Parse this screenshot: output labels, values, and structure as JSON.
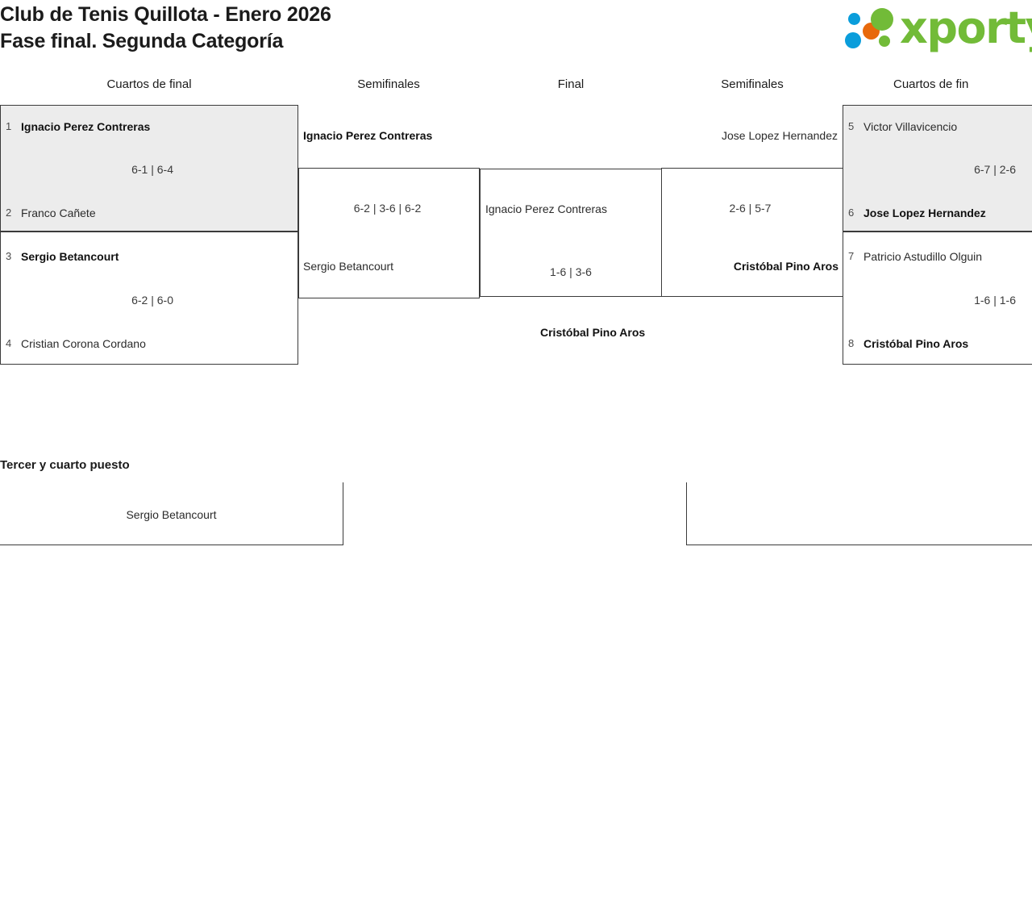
{
  "header": {
    "title_line1": "Club de Tenis Quillota - Enero 2026",
    "title_line2": "Fase final. Segunda Categoría",
    "logo_text": "xporty",
    "logo_colors": {
      "green": "#72bb38",
      "blue": "#0a9ddb",
      "orange": "#e8690b"
    }
  },
  "round_headers": {
    "qf_left": "Cuartos de final",
    "sf_left": "Semifinales",
    "final": "Final",
    "sf_right": "Semifinales",
    "qf_right": "Cuartos de fin"
  },
  "bracket": {
    "qf_left": [
      {
        "shaded": true,
        "top": {
          "seed": "1",
          "name": "Ignacio Perez Contreras",
          "winner": true
        },
        "bottom": {
          "seed": "2",
          "name": "Franco Cañete",
          "winner": false
        },
        "score": "6-1 | 6-4"
      },
      {
        "shaded": false,
        "top": {
          "seed": "3",
          "name": "Sergio Betancourt",
          "winner": true
        },
        "bottom": {
          "seed": "4",
          "name": "Cristian Corona Cordano",
          "winner": false
        },
        "score": "6-2 | 6-0"
      }
    ],
    "qf_right": [
      {
        "shaded": true,
        "top": {
          "seed": "5",
          "name": "Victor Villavicencio",
          "winner": false
        },
        "bottom": {
          "seed": "6",
          "name": "Jose Lopez Hernandez",
          "winner": true
        },
        "score": "6-7 | 2-6"
      },
      {
        "shaded": false,
        "top": {
          "seed": "7",
          "name": "Patricio Astudillo Olguin",
          "winner": false
        },
        "bottom": {
          "seed": "8",
          "name": "Cristóbal Pino Aros",
          "winner": true
        },
        "score": "1-6 | 1-6"
      }
    ],
    "sf_left": {
      "top": {
        "name": "Ignacio Perez Contreras",
        "winner": true
      },
      "bottom": {
        "name": "Sergio Betancourt",
        "winner": false
      },
      "score": "6-2 | 3-6 | 6-2"
    },
    "sf_right": {
      "top": {
        "name": "Jose Lopez Hernandez",
        "winner": false
      },
      "bottom": {
        "name": "Cristóbal Pino Aros",
        "winner": true
      },
      "score": "2-6 | 5-7"
    },
    "final": {
      "top": {
        "name": "Ignacio Perez Contreras",
        "winner": false
      },
      "bottom": {
        "name": "Cristóbal Pino Aros",
        "winner": true
      },
      "score": "1-6 | 3-6"
    }
  },
  "third_place": {
    "title": "Tercer y cuarto puesto",
    "left": {
      "name": "Sergio Betancourt"
    },
    "right": {
      "name": ""
    }
  }
}
